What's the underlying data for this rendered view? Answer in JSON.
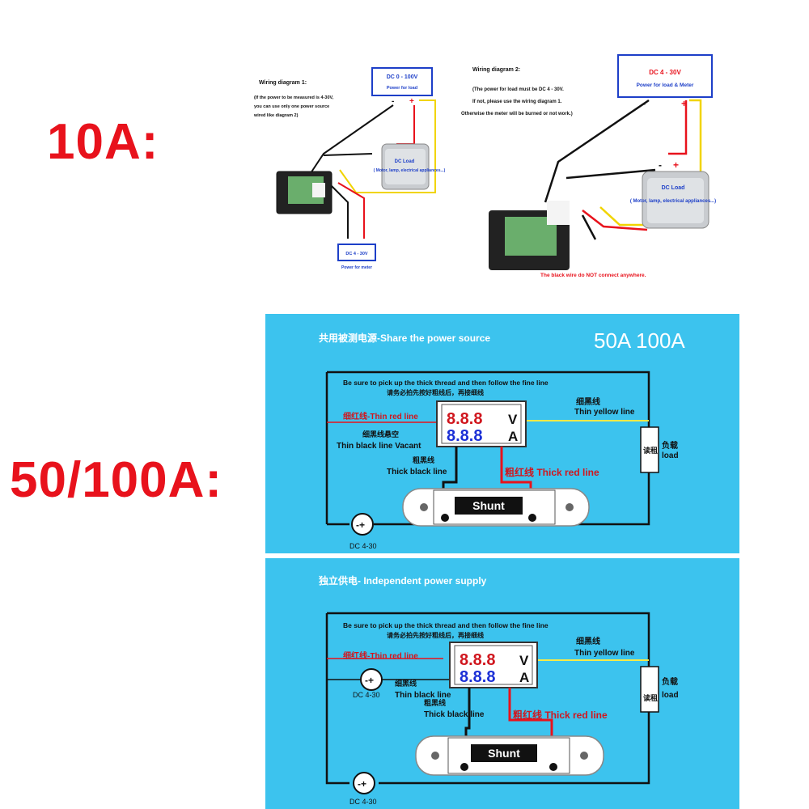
{
  "labels": {
    "tenA": "10A:",
    "fiftyA": "50/100A:"
  },
  "colors": {
    "label_red": "#e8121c",
    "panel_blue": "#3cc3ee"
  },
  "d1": {
    "title": "Wiring diagram 1:",
    "note1": "(If the power to be measured is 4-30V,",
    "note2": "you can use only one power source",
    "note3": "wired like diagram 2)",
    "src_title": "DC 0 - 100V",
    "src_sub": "Power for load",
    "load_title": "DC Load",
    "load_sub": "( Motor, lamp, electrical appliances...)",
    "meter_title": "DC 4 - 30V",
    "meter_sub": "Power for meter"
  },
  "d2": {
    "title": "Wiring diagram 2:",
    "note1": "(The power for load must be DC 4 - 30V.",
    "note2": "If not, please use the wiring diagram 1.",
    "note3": "Otherwise the meter will be burned or not work.)",
    "src_title": "DC 4 - 30V",
    "src_sub": "Power for load & Meter",
    "load_title": "DC Load",
    "load_sub": "( Motor, lamp, electrical appliances...)",
    "warning": "The black wire do NOT connect anywhere."
  },
  "p1": {
    "title": "共用被测电源-Share the power source",
    "rating": "50A 100A",
    "top_note1": "Be sure to pick up the thick thread and then follow the fine line",
    "top_note2": "请务必拍先按好粗线后，再接细线",
    "display_top": "8.8.8",
    "display_bottom": "8.8.8",
    "unit_v": "V",
    "unit_a": "A",
    "thin_red": "细红线-Thin red line",
    "thin_black_cn": "细黑线悬空",
    "thin_black": "Thin black line Vacant",
    "thick_black_cn": "粗黑线",
    "thick_black": "Thick black line",
    "thick_red": "粗红线 Thick red line",
    "yellow_cn": "细黑线",
    "yellow": "Thin yellow line",
    "load_cn": "负载",
    "load": "load",
    "res_cn": "读租",
    "shunt": "Shunt",
    "dc": "DC 4-30"
  },
  "p2": {
    "title": "独立供电- Independent power supply",
    "top_note1": "Be sure to pick up the thick thread and then follow the fine line",
    "top_note2": "请务必拍先按好粗线后，再接细线",
    "display_top": "8.8.8",
    "display_bottom": "8.8.8",
    "unit_v": "V",
    "unit_a": "A",
    "thin_red": "细红线-Thin red line",
    "thin_black_cn": "细黑线",
    "thin_black": "Thin black line",
    "thick_black_cn": "粗黑线",
    "thick_black": "Thick black line",
    "thick_red": "粗红线 Thick red line",
    "yellow_cn": "细黑线",
    "yellow": "Thin yellow line",
    "load_cn": "负载",
    "load": "load",
    "res_cn": "读租",
    "shunt": "Shunt",
    "dc_left": "DC 4-30",
    "dc_bottom": "DC 4-30"
  }
}
